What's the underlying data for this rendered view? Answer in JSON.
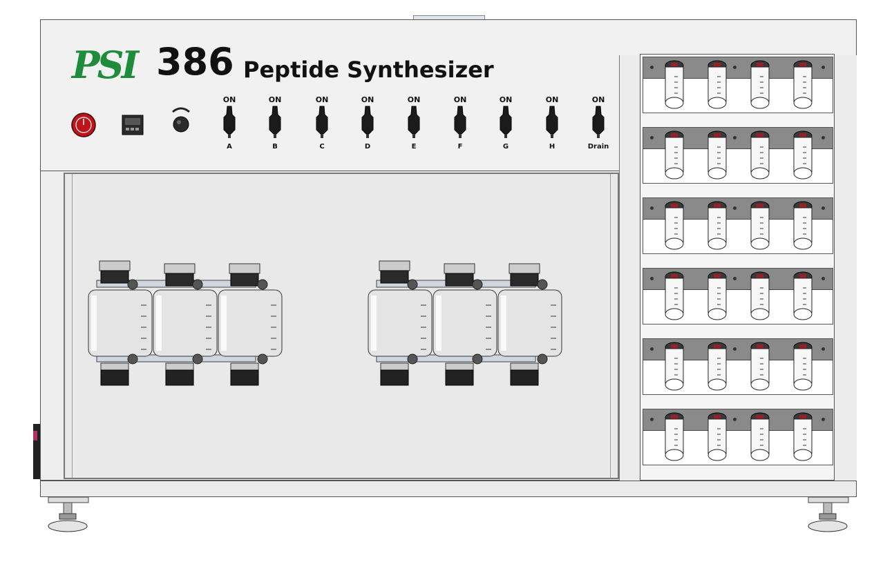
{
  "brand": {
    "logo": "PSI",
    "model": "386",
    "name": "Peptide Synthesizer"
  },
  "controls": {
    "power_button_icon": "power-button-icon",
    "display_icon": "digital-display-icon",
    "knob_icon": "rotary-knob-icon",
    "on_label": "ON",
    "switches": [
      {
        "label": "A"
      },
      {
        "label": "B"
      },
      {
        "label": "C"
      },
      {
        "label": "D"
      },
      {
        "label": "E"
      },
      {
        "label": "F"
      },
      {
        "label": "G"
      },
      {
        "label": "H"
      },
      {
        "label": "Drain"
      }
    ]
  },
  "reactors": {
    "groups": 2,
    "vessels_per_group": 3
  },
  "vial_rack": {
    "shelves": 6,
    "vials_per_shelf": 4
  },
  "colors": {
    "logo_green": "#1e8c3a",
    "power_red": "#c0141c",
    "panel": "#f1f1f1"
  }
}
